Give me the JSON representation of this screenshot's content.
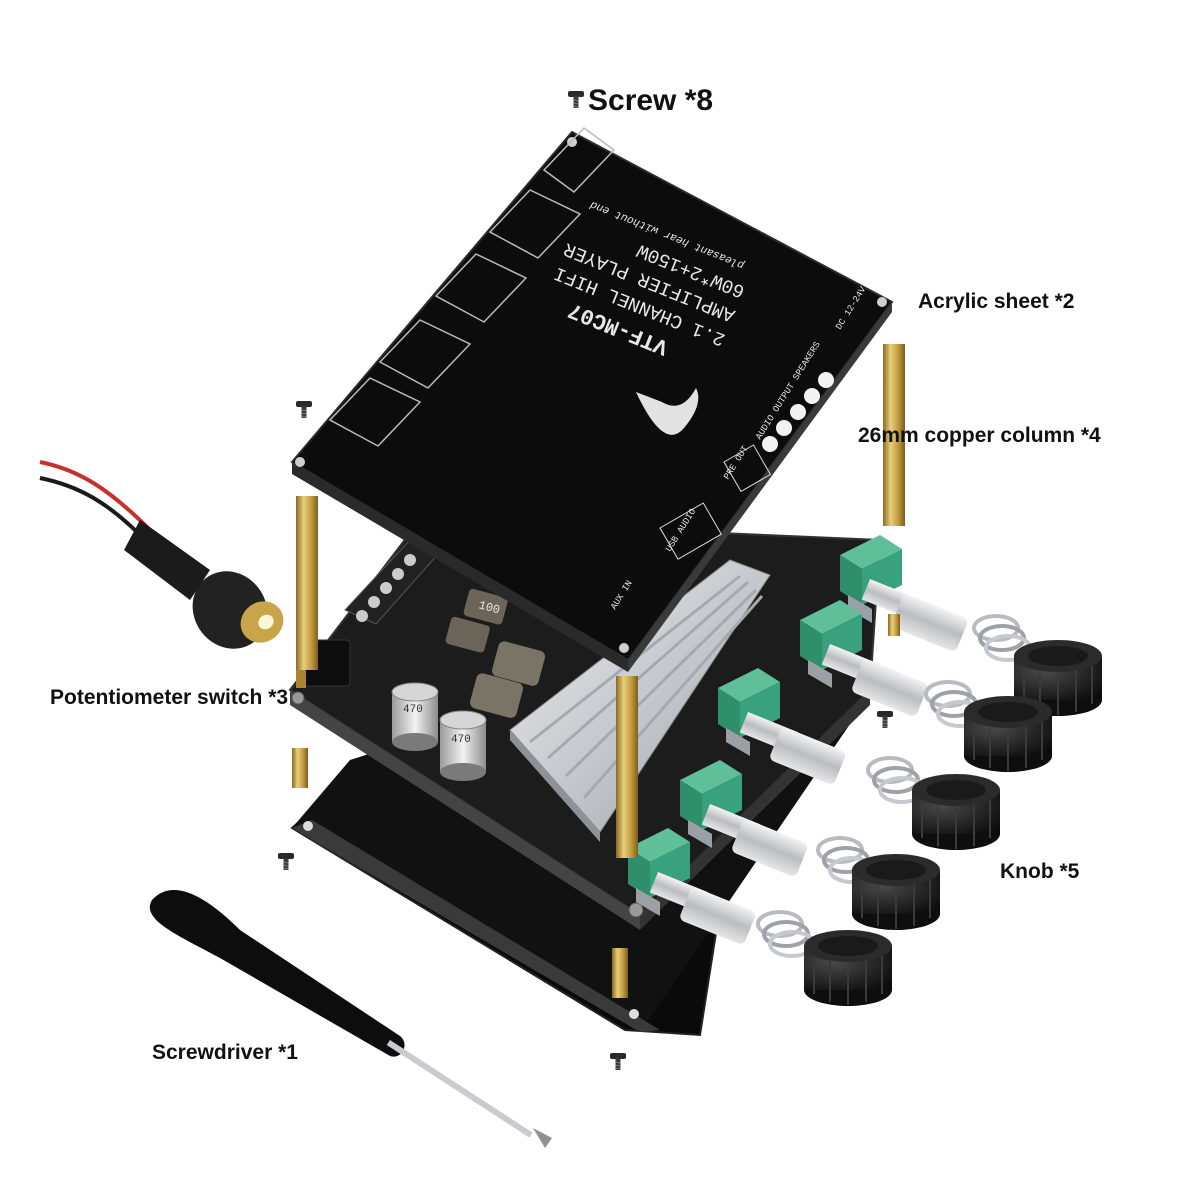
{
  "labels": {
    "screw": "Screw *8",
    "acrylic": "Acrylic sheet *2",
    "copper": "26mm copper column *4",
    "potentiometer": "Potentiometer switch *3",
    "knob": "Knob *5",
    "screwdriver": "Screwdriver *1"
  },
  "board_print": {
    "model": "VTF-MC07",
    "line1": "2.1 CHANNEL HIFI",
    "line2": "AMPLIFIER PLAYER",
    "line3": "60W*2+150W",
    "slogan": "pleasant hear without end",
    "usb": "USB AUDIO",
    "pre_out": "PRE OUT",
    "aux": "AUX IN",
    "speakers": "AUDIO OUTPUT SPEAKERS",
    "dc": "DC 12-24V",
    "cap1": "470",
    "cap2": "470",
    "inductor": "100"
  },
  "colors": {
    "board": "#141414",
    "heatsink": "#c9ccd0",
    "pot_green": "#3aa17e",
    "brass": "#c9a54a",
    "cable_red": "#c4322a"
  }
}
